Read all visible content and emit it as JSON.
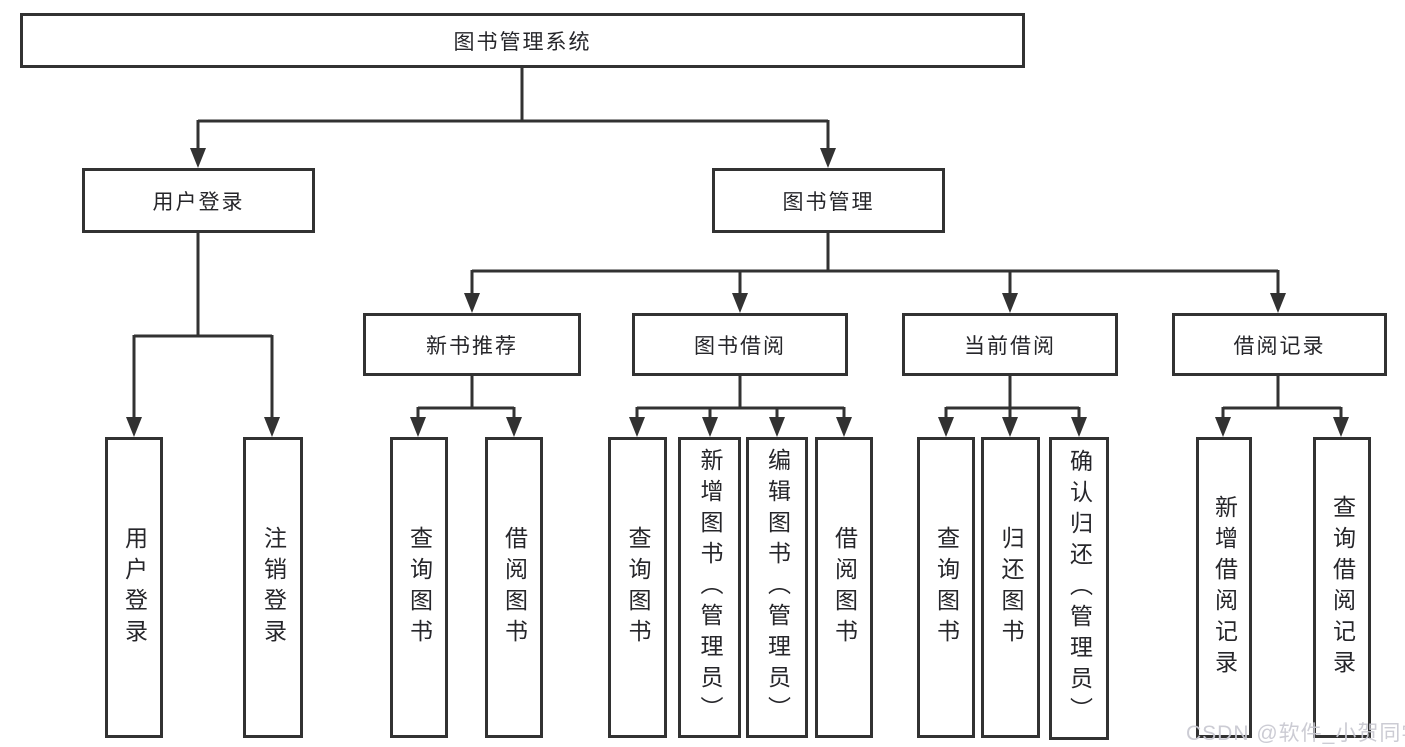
{
  "diagram": {
    "root": {
      "label": "图书管理系统"
    },
    "level2": [
      {
        "label": "用户登录"
      },
      {
        "label": "图书管理"
      }
    ],
    "level3": [
      {
        "label": "新书推荐"
      },
      {
        "label": "图书借阅"
      },
      {
        "label": "当前借阅"
      },
      {
        "label": "借阅记录"
      }
    ],
    "leaves": [
      {
        "label": "用户登录"
      },
      {
        "label": "注销登录"
      },
      {
        "label": "查询图书"
      },
      {
        "label": "借阅图书"
      },
      {
        "label": "查询图书"
      },
      {
        "label": "新增图书（管理员）"
      },
      {
        "label": "编辑图书（管理员）"
      },
      {
        "label": "借阅图书"
      },
      {
        "label": "查询图书"
      },
      {
        "label": "归还图书"
      },
      {
        "label": "确认归还（管理员）"
      },
      {
        "label": "新增借阅记录"
      },
      {
        "label": "查询借阅记录"
      }
    ]
  },
  "watermark": {
    "text": "CSDN @软件_小贺同学"
  },
  "colors": {
    "line": "#323232",
    "box_border": "#323232",
    "box_fill": "#ffffff",
    "text": "#26262a",
    "watermark": "#c9c9d2",
    "background": "#ffffff"
  }
}
